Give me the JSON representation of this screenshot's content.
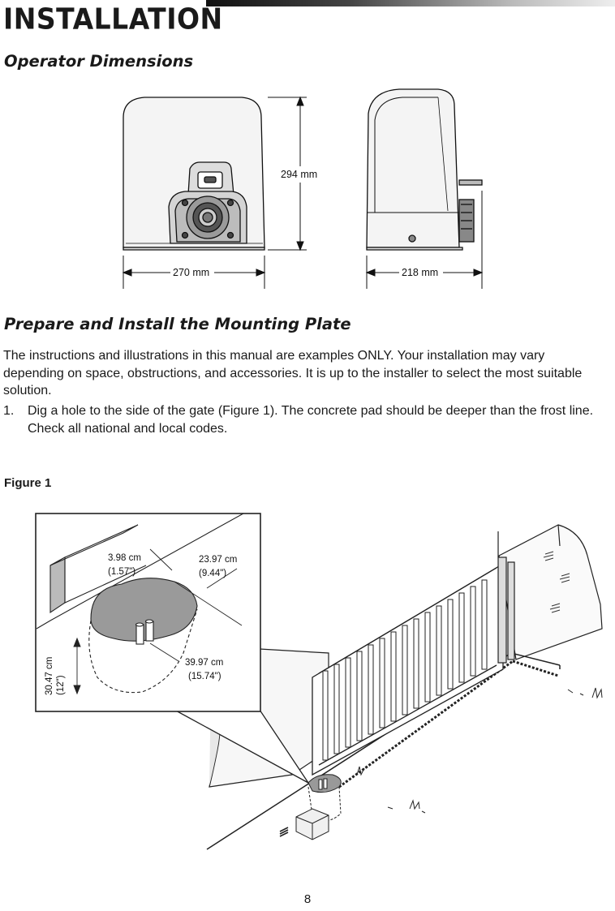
{
  "header": {
    "title": "INSTALLATION"
  },
  "section1": {
    "heading": "Operator Dimensions",
    "dimensions": {
      "height": "294 mm",
      "width": "270 mm",
      "depth": "218 mm"
    }
  },
  "section2": {
    "heading": "Prepare and Install the Mounting Plate",
    "intro": "The instructions and illustrations in this manual are examples ONLY. Your installation may vary depending on space, obstructions, and accessories. It is up to the installer to select the most suitable solution.",
    "steps": [
      {
        "number": "1.",
        "text": "Dig a hole to the side of the gate (Figure 1). The concrete pad should be deeper than the frost line. Check all national and local codes."
      }
    ]
  },
  "figure1": {
    "label": "Figure 1",
    "callouts": {
      "offset_cm": "3.98 cm",
      "offset_in": "(1.57\")",
      "width_cm": "23.97 cm",
      "width_in": "(9.44\")",
      "length_cm": "39.97 cm",
      "length_in": "(15.74\")",
      "depth_cm": "30.47 cm",
      "depth_in": "(12\")"
    }
  },
  "footer": {
    "page_number": "8"
  }
}
